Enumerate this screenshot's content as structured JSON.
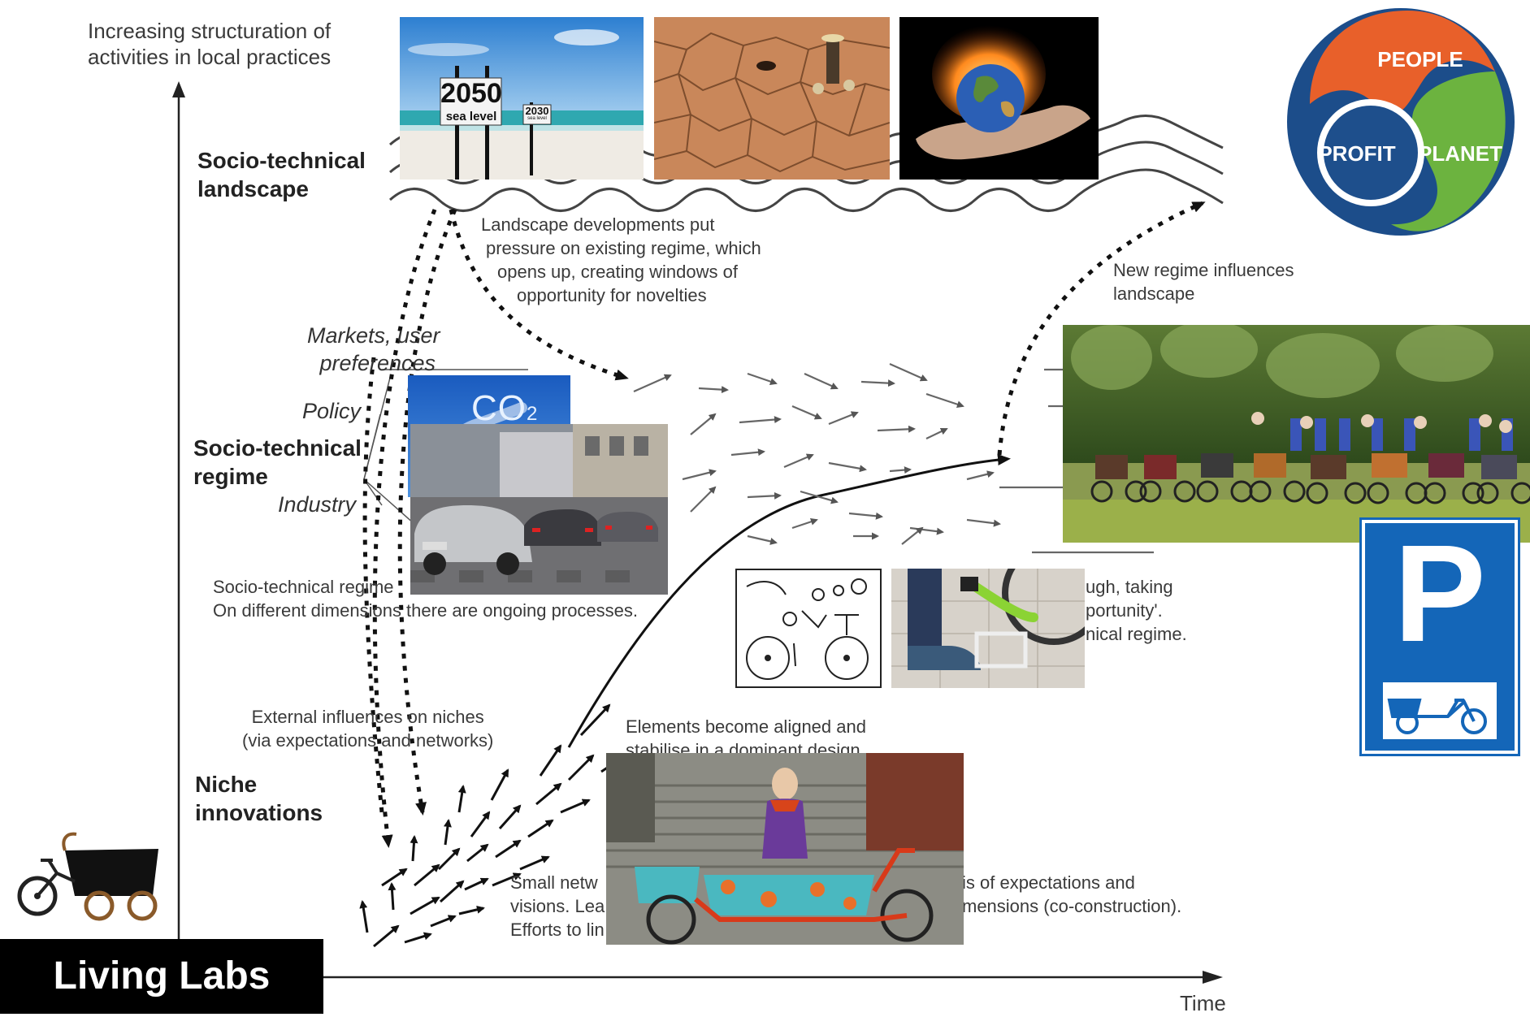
{
  "axes": {
    "y_label_line1": "Increasing structuration of",
    "y_label_line2": "activities in local practices",
    "x_label": "Time"
  },
  "levels": {
    "landscape_line1": "Socio-technical",
    "landscape_line2": "landscape",
    "regime_line1": "Socio-technical",
    "regime_line2": "regime",
    "niche_line1": "Niche",
    "niche_line2": "innovations"
  },
  "regime_dimensions": {
    "markets_line1": "Markets, user",
    "markets_line2": "preferences",
    "policy": "Policy",
    "industry": "Industry"
  },
  "annotations": {
    "landscape_pressure": [
      "Landscape developments put",
      "pressure on existing regime, which",
      "opens up, creating windows of",
      "opportunity for novelties"
    ],
    "new_regime": [
      "New regime influences",
      "landscape"
    ],
    "regime_processes": [
      "Socio-technical regime",
      "On different dimensions there are ongoing processes."
    ],
    "breakthrough_fragment": [
      "ugh, taking",
      "portunity'.",
      "nical regime."
    ],
    "external_influences": [
      "External influences on niches",
      "(via expectations and networks)"
    ],
    "elements_aligned": [
      "Elements become aligned and",
      "stabilise in a dominant design"
    ],
    "small_networks_left": [
      "Small netw",
      "visions. Lea",
      "Efforts to lin"
    ],
    "small_networks_right": [
      "is of expectations and",
      "mensions (co-construction)."
    ]
  },
  "photos": {
    "sea_sign_main": "2050",
    "sea_sign_main_sub": "sea level",
    "sea_sign_small": "2030",
    "sea_sign_small_sub": "sea level",
    "co2_label": "CO",
    "co2_sub": "2"
  },
  "ppp_logo": {
    "people": "PEOPLE",
    "profit": "PROFIT",
    "planet": "PLANET",
    "colors": {
      "people": "#e8602a",
      "profit": "#1e4f8c",
      "planet": "#6cb33f"
    }
  },
  "parking_sign": {
    "letter": "P"
  },
  "badge": {
    "label": "Living Labs"
  }
}
